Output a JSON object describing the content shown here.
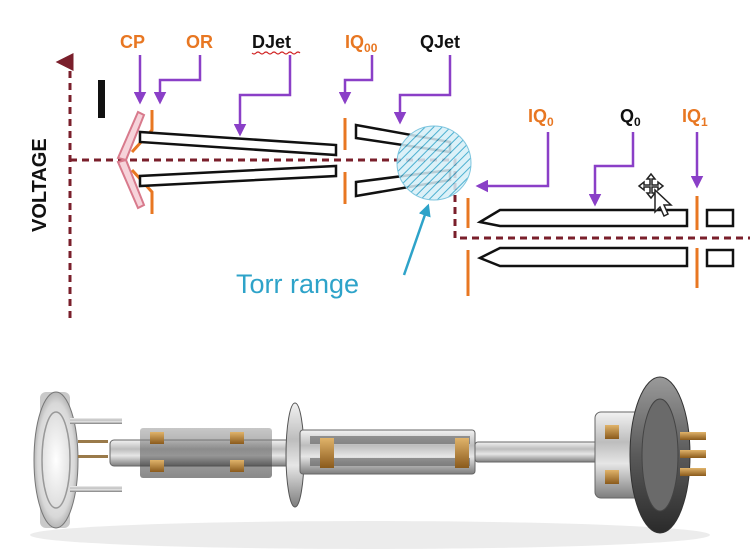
{
  "labels": {
    "cp": "CP",
    "or": "OR",
    "djet": "DJet",
    "iq00": {
      "main": "IQ",
      "sub": "00"
    },
    "qjet": "QJet",
    "iq0": {
      "main": "IQ",
      "sub": "0"
    },
    "q0": {
      "main": "Q",
      "sub": "0"
    },
    "iq1": {
      "main": "IQ",
      "sub": "1"
    },
    "voltage": "VOLTAGE",
    "torr_range": "Torr range"
  },
  "colors": {
    "orange_label": "#e87722",
    "black_label": "#111111",
    "purple_arrow": "#8a3fc7",
    "voltage_path": "#7a1f2b",
    "torr_blue": "#2ea3c9",
    "cone_pink": "#d87a8c",
    "orange_lens": "#e87722"
  },
  "icons": {
    "cursor": "move-cursor-icon"
  }
}
